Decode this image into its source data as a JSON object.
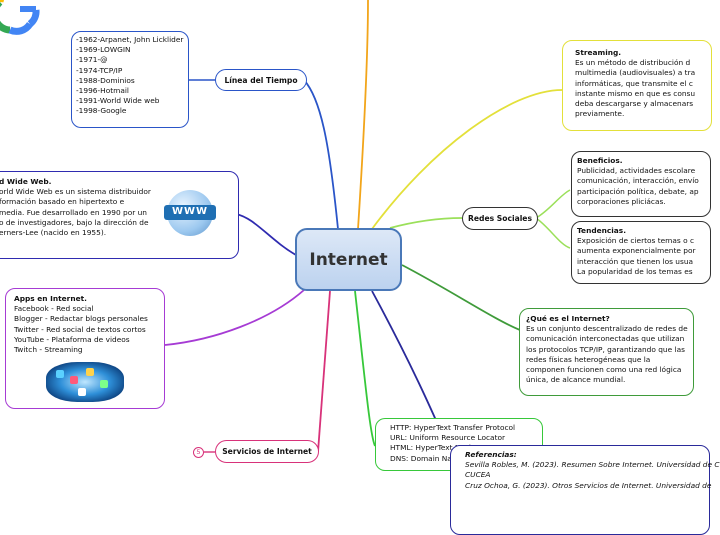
{
  "central_topic": "Internet",
  "timeline": {
    "label": "Línea del Tiempo",
    "items": [
      "-1962-Arpanet, John Licklider",
      "-1969-LOWGIN",
      "-1971-@",
      "-1974-TCP/IP",
      "-1988-Dominios",
      "-1996-Hotmail",
      "-1991-World Wide web",
      "-1998-Google"
    ]
  },
  "www": {
    "title": "d Wide Web.",
    "lines": [
      "orld Wide Web es un sistema distribuidor",
      "formación basado en hipertexto e",
      "media. Fue desarrollado en 1990 por un",
      "o de investigadores, bajo la dirección de",
      "erners-Lee (nacido en 1955)."
    ],
    "image_text": "WWW"
  },
  "apps": {
    "title": "Apps en Internet.",
    "lines": [
      "Facebook - Red social",
      "Blogger - Redactar blogs personales",
      "Twitter - Red social de textos cortos",
      "YouTube - Plataforma de videos",
      "Twitch - Streaming"
    ]
  },
  "services": {
    "label": "Servicios de Internet",
    "collapsed_count": "5",
    "lines": [
      "HTTP:  HyperText Transfer Protocol",
      "URL: Uniform Resource Locator",
      "HTML: HyperText Markup Language",
      "DNS:  Domain Name System"
    ]
  },
  "streaming": {
    "title": "Streaming.",
    "lines": [
      " Es un método de distribución d",
      "multimedia (audiovisuales) a tra",
      "informáticas, que transmite el c",
      "instante mismo en que es consu",
      "deba descargarse y almacenars",
      "previamente."
    ]
  },
  "social": {
    "label": "Redes Sociales",
    "benefits": {
      "title": "Beneficios.",
      "lines": [
        "Publicidad, actividades escolare",
        "comunicación, interacción, envío",
        "participación política, debate, ap",
        "corporaciones pliciácas."
      ]
    },
    "trends": {
      "title": "Tendencias.",
      "lines": [
        "Exposición de ciertos temas o c",
        "aumenta exponencialmente por",
        "interacción que tienen los usua",
        "La popularidad de los temas es"
      ]
    }
  },
  "what_is": {
    "title": "¿Qué es el Internet?",
    "lines": [
      "Es un conjunto descentralizado de redes de",
      "comunicación interconectadas que utilizan",
      "los protocolos TCP/IP, garantizando que las",
      "redes físicas heterogéneas que la",
      "componen funcionen como una red lógica",
      "única, de alcance mundial."
    ]
  },
  "references": {
    "title": "Referencias:",
    "lines": [
      "Sevilla Robles, M. (2023). Resumen Sobre Internet. Universidad de C",
      "CUCEA",
      "Cruz Ochoa, G. (2023). Otros Servicios de Internet. Universidad de"
    ]
  },
  "colors": {
    "timeline": "#2a55c8",
    "www": "#2f2bb0",
    "apps": "#a63bd4",
    "services": "#d8327a",
    "bottom_green": "#37c83a",
    "references": "#2a2a9a",
    "what_is": "#3f9b3a",
    "social": "#9be05a",
    "streaming": "#e3e03a",
    "top": "#f2a51a"
  }
}
